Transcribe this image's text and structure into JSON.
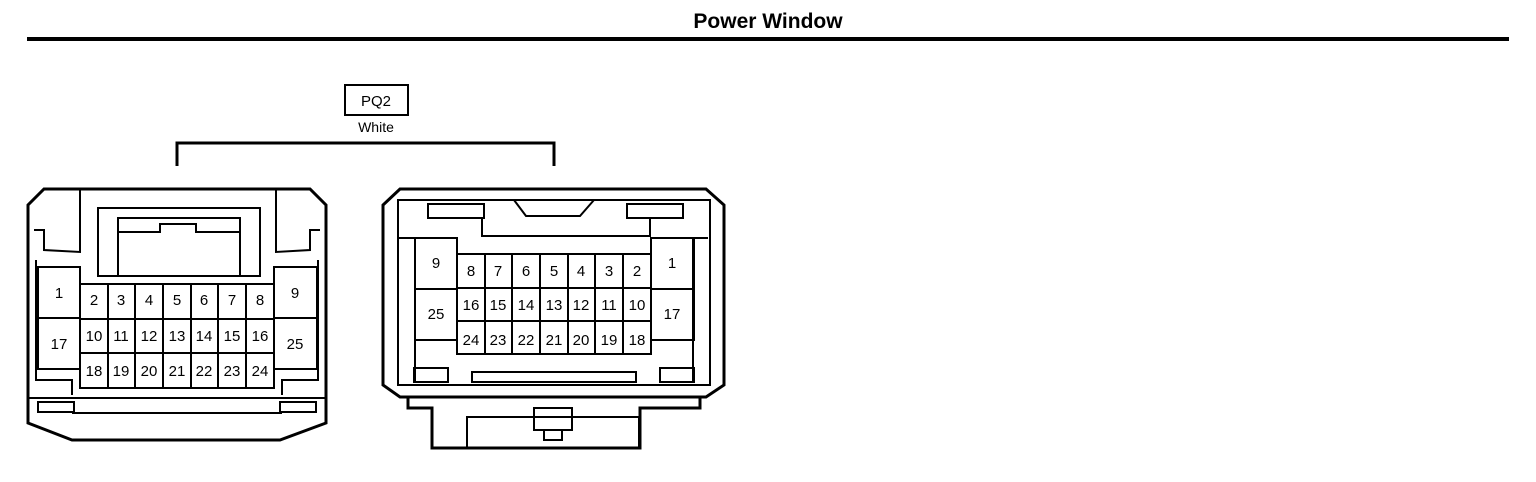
{
  "title": "Power Window",
  "connector": {
    "code": "PQ2",
    "color": "White",
    "left_view": {
      "top_row": [
        "2",
        "3",
        "4",
        "5",
        "6",
        "7",
        "8"
      ],
      "mid_row": [
        "10",
        "11",
        "12",
        "13",
        "14",
        "15",
        "16"
      ],
      "bot_row": [
        "18",
        "19",
        "20",
        "21",
        "22",
        "23",
        "24"
      ],
      "left_col": [
        "1",
        "17"
      ],
      "right_col": [
        "9",
        "25"
      ]
    },
    "right_view": {
      "top_row": [
        "8",
        "7",
        "6",
        "5",
        "4",
        "3",
        "2"
      ],
      "mid_row": [
        "16",
        "15",
        "14",
        "13",
        "12",
        "11",
        "10"
      ],
      "bot_row": [
        "24",
        "23",
        "22",
        "21",
        "20",
        "19",
        "18"
      ],
      "left_col": [
        "9",
        "25"
      ],
      "right_col": [
        "1",
        "17"
      ]
    }
  }
}
